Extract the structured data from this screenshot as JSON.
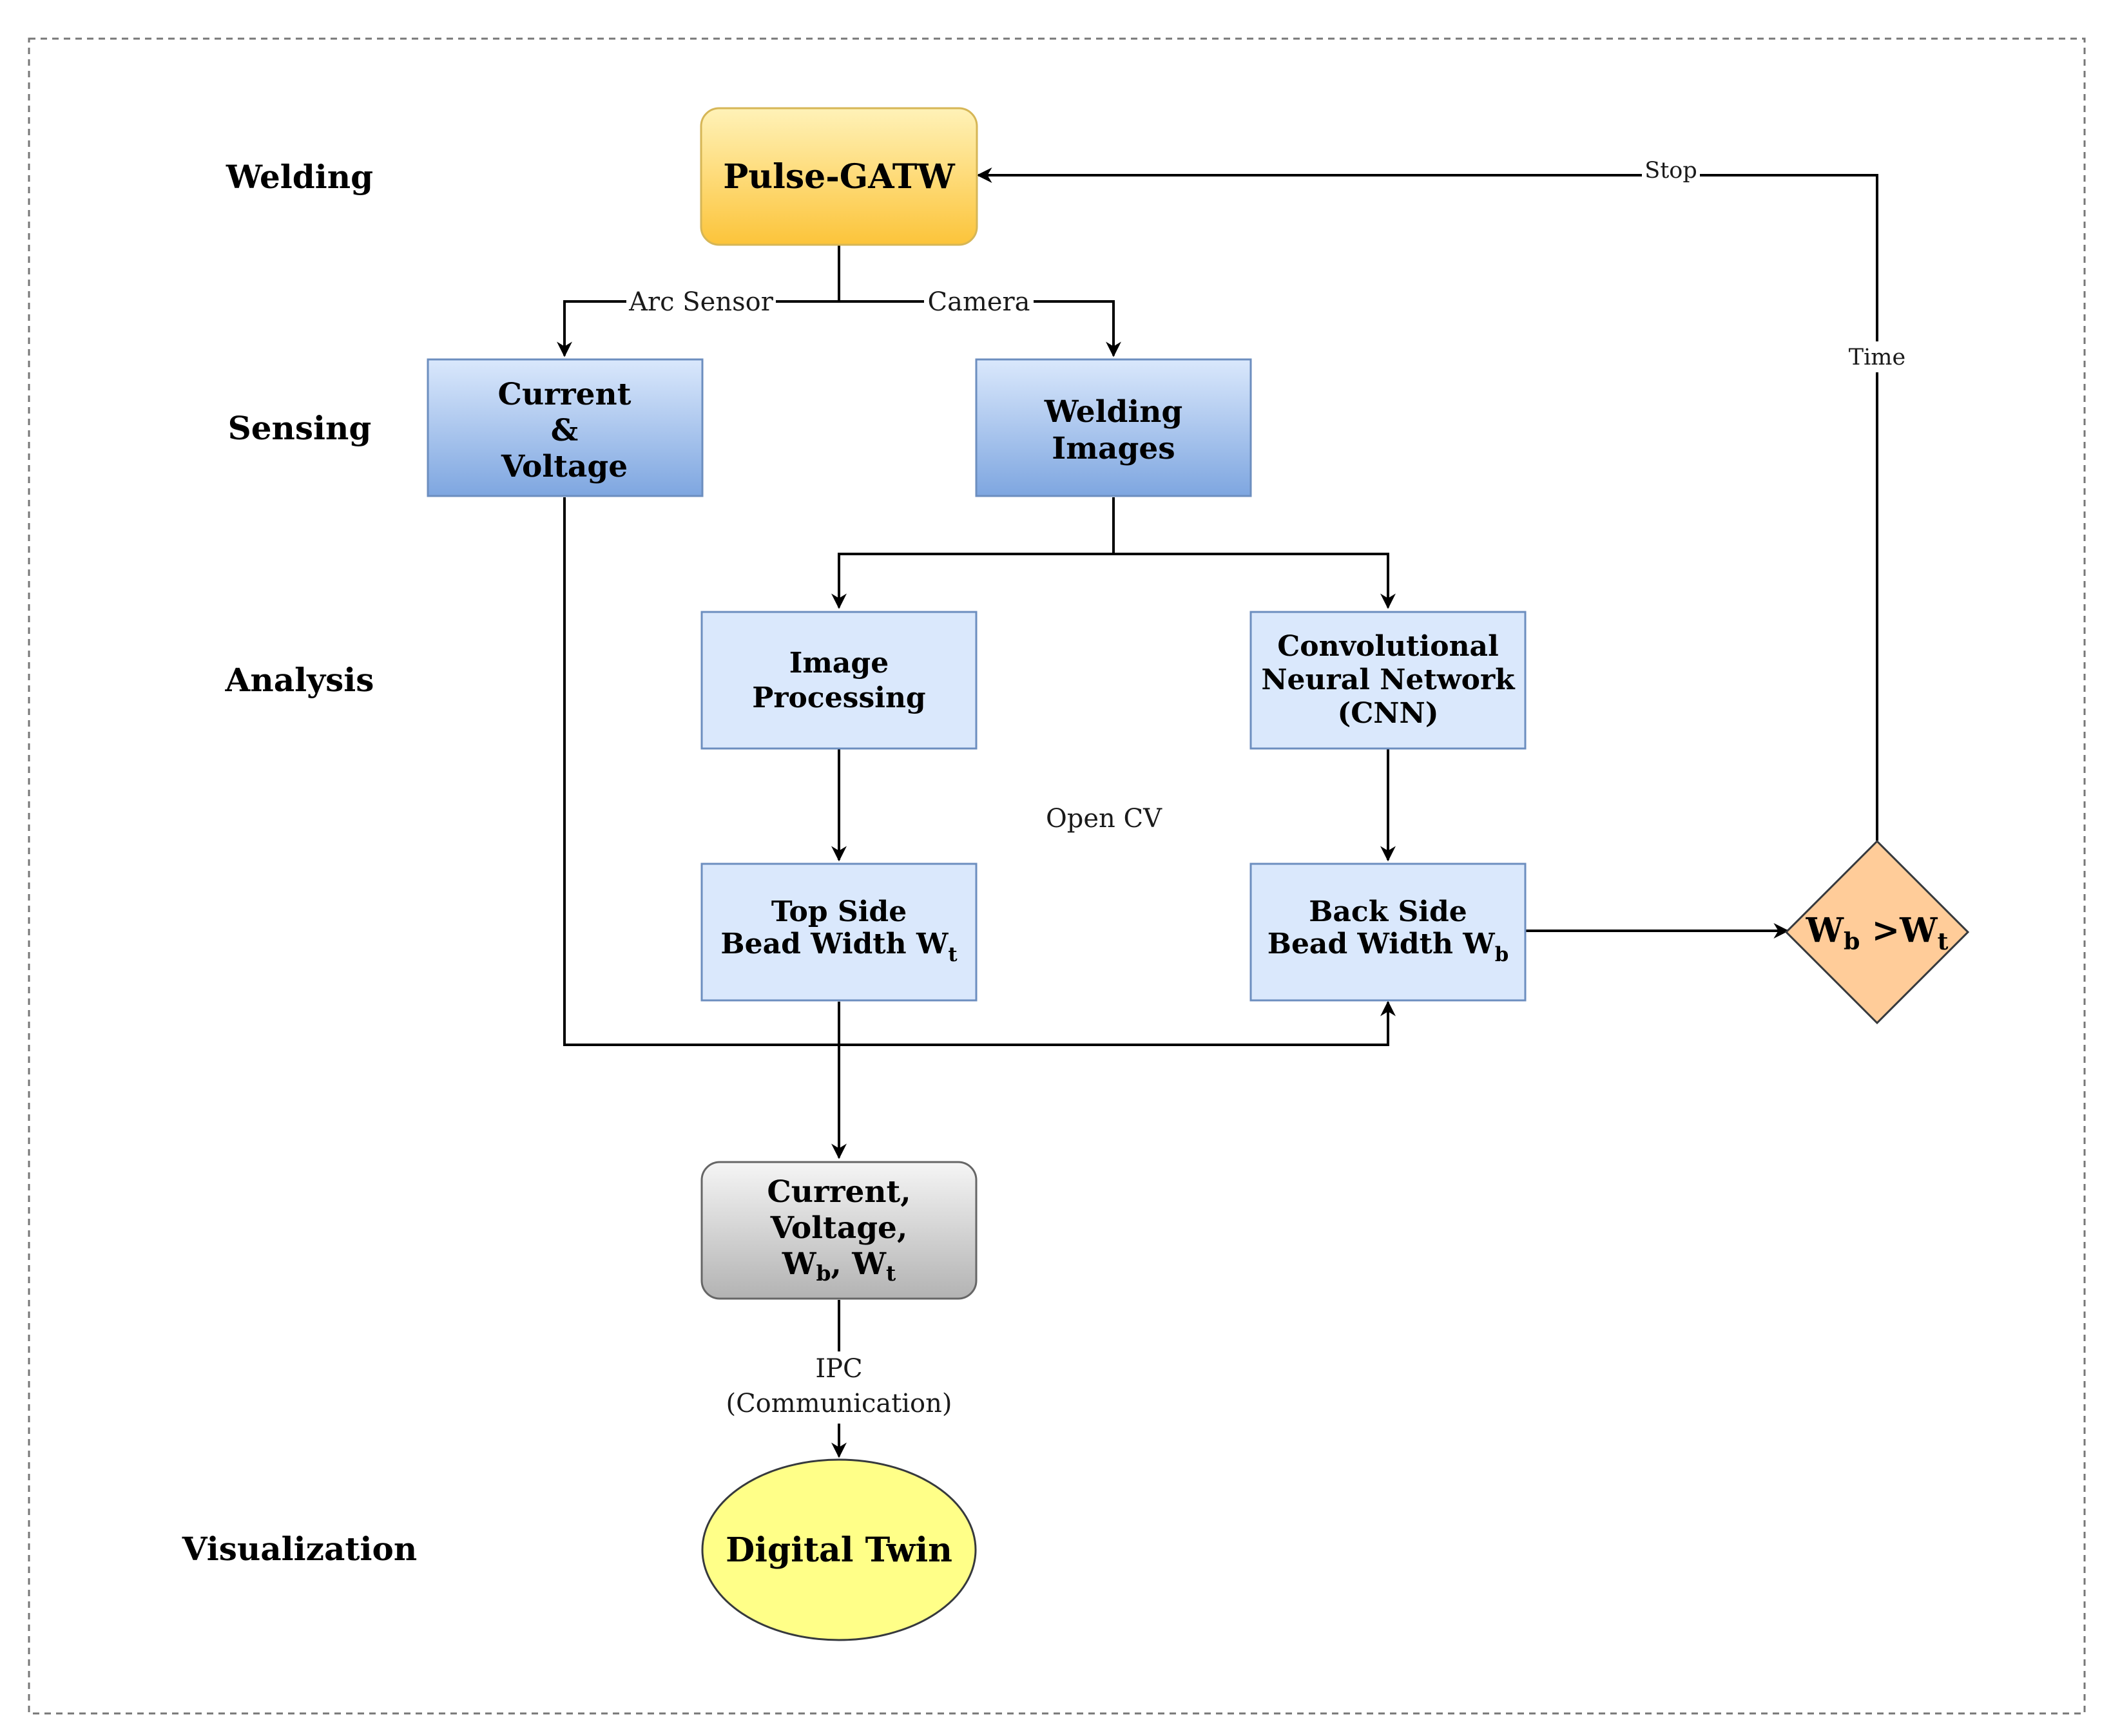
{
  "stages": {
    "welding": "Welding",
    "sensing": "Sensing",
    "analysis": "Analysis",
    "visualization": "Visualization"
  },
  "nodes": {
    "pulse": "Pulse-GATW",
    "current_voltage": [
      "Current",
      "&",
      "Voltage"
    ],
    "welding_images": [
      "Welding",
      "Images"
    ],
    "image_processing": [
      "Image",
      "Processing"
    ],
    "cnn": [
      "Convolutional",
      "Neural Network",
      "(CNN)"
    ],
    "top_side": {
      "line1": "Top Side",
      "line2": "Bead Width W",
      "sub": "t"
    },
    "back_side": {
      "line1": "Back Side",
      "line2": "Bead Width W",
      "sub": "b"
    },
    "decision": {
      "w1": "W",
      "s1": "b",
      "op": " >W",
      "s2": "t"
    },
    "output": {
      "line1": "Current,",
      "line2": "Voltage,",
      "w1": "W",
      "s1": "b",
      "mid": ", W",
      "s2": "t"
    },
    "digital_twin": "Digital Twin"
  },
  "edge_labels": {
    "arc_sensor": "Arc Sensor",
    "camera": "Camera",
    "stop": "Stop",
    "time": "Time",
    "open_cv": "Open CV",
    "ipc": [
      "IPC",
      "(Communication)"
    ]
  },
  "colors": {
    "pulse_fill_top": "#fff2b8",
    "pulse_fill_bottom": "#fcc43a",
    "pulse_stroke": "#d6b656",
    "blue_fill_top": "#dae8fc",
    "blue_fill_bottom": "#7ea6e0",
    "blue_stroke": "#6c8ebf",
    "light_blue_fill": "#dae8fc",
    "decision_fill": "#ffcc99",
    "decision_stroke": "#36393d",
    "gray_fill_top": "#f5f5f5",
    "gray_fill_bottom": "#b3b3b3",
    "gray_stroke": "#666666",
    "ellipse_fill": "#ffff88",
    "ellipse_stroke": "#36393d",
    "frame_stroke": "#777777"
  }
}
